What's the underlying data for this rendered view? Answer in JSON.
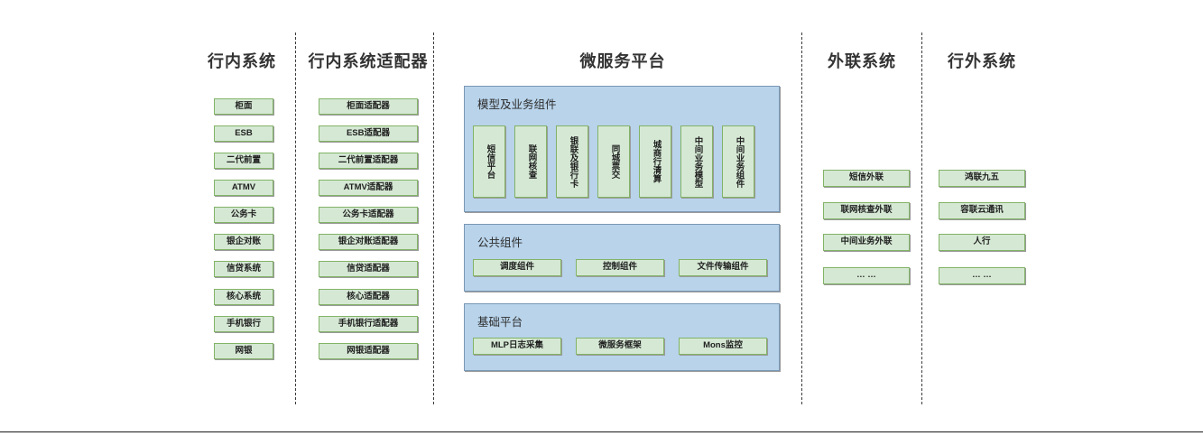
{
  "diagram": {
    "title_bar_present": true,
    "colors": {
      "node_fill": "#d5e8d4",
      "node_border": "#82b366",
      "panel_fill": "#b8d3ea",
      "panel_border": "#7a98b5",
      "separator": "#3a3a3a",
      "text": "#222222"
    },
    "columns": [
      {
        "id": "internal-systems",
        "title": "行内系统",
        "items": [
          {
            "label": "柜面"
          },
          {
            "label": "ESB"
          },
          {
            "label": "二代前置"
          },
          {
            "label": "ATMV"
          },
          {
            "label": "公务卡"
          },
          {
            "label": "银企对账"
          },
          {
            "label": "信贷系统"
          },
          {
            "label": "核心系统"
          },
          {
            "label": "手机银行"
          },
          {
            "label": "网银"
          }
        ]
      },
      {
        "id": "internal-adapters",
        "title": "行内系统适配器",
        "items": [
          {
            "label": "柜面适配器"
          },
          {
            "label": "ESB适配器"
          },
          {
            "label": "二代前置适配器"
          },
          {
            "label": "ATMV适配器"
          },
          {
            "label": "公务卡适配器"
          },
          {
            "label": "银企对账适配器"
          },
          {
            "label": "信贷适配器"
          },
          {
            "label": "核心适配器"
          },
          {
            "label": "手机银行适配器"
          },
          {
            "label": "网银适配器"
          }
        ]
      },
      {
        "id": "microservice-platform",
        "title": "微服务平台",
        "panels": [
          {
            "id": "model-business-components",
            "label": "模型及业务组件",
            "orientation": "vertical",
            "items": [
              {
                "label": "短信平台"
              },
              {
                "label": "联网核查"
              },
              {
                "label": "银联及银行卡"
              },
              {
                "label": "同城票交"
              },
              {
                "label": "城商行清算"
              },
              {
                "label": "中间业务模型"
              },
              {
                "label": "中间业务组件"
              }
            ]
          },
          {
            "id": "public-components",
            "label": "公共组件",
            "orientation": "horizontal",
            "items": [
              {
                "label": "调度组件"
              },
              {
                "label": "控制组件"
              },
              {
                "label": "文件传输组件"
              }
            ]
          },
          {
            "id": "base-platform",
            "label": "基础平台",
            "orientation": "horizontal",
            "items": [
              {
                "label": "MLP日志采集"
              },
              {
                "label": "微服务框架"
              },
              {
                "label": "Mons监控"
              }
            ]
          }
        ]
      },
      {
        "id": "external-link-systems",
        "title": "外联系统",
        "items": [
          {
            "label": "短信外联"
          },
          {
            "label": "联网核查外联"
          },
          {
            "label": "中间业务外联"
          },
          {
            "label": "… …"
          }
        ]
      },
      {
        "id": "outside-bank-systems",
        "title": "行外系统",
        "items": [
          {
            "label": "鸿联九五"
          },
          {
            "label": "容联云通讯"
          },
          {
            "label": "人行"
          },
          {
            "label": "… …"
          }
        ]
      }
    ]
  }
}
